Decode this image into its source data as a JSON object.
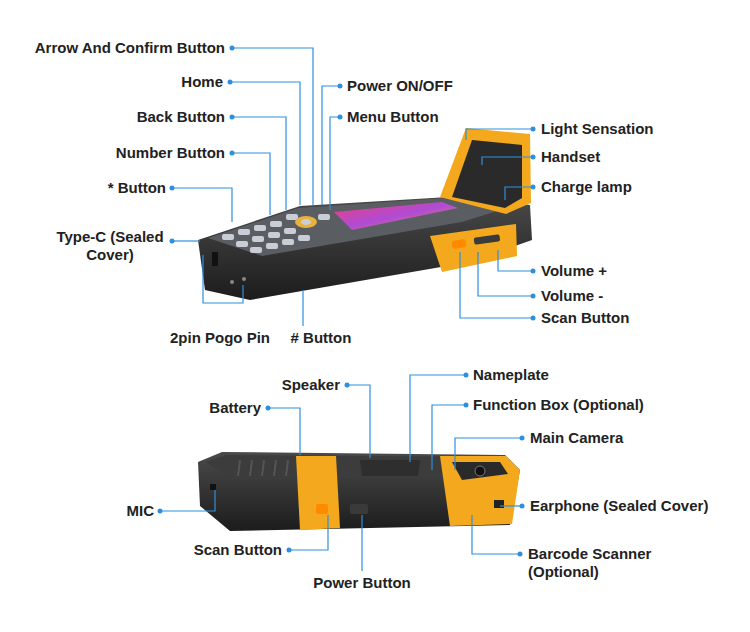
{
  "diagram": {
    "labels": [
      "Arrow And Confirm Button",
      "Home",
      "Back Button",
      "Number Button",
      "* Button",
      "Type-C (Sealed Cover)",
      "2pin Pogo Pin",
      "# Button",
      "Power ON/OFF",
      "Menu Button",
      "Light Sensation",
      "Handset",
      "Charge lamp",
      "Volume +",
      "Volume -",
      "Scan Button",
      "Speaker",
      "Battery",
      "MIC",
      "Scan Button",
      "Power Button",
      "Nameplate",
      "Function Box (Optional)",
      "Main Camera",
      "Earphone (Sealed Cover)",
      "Barcode Scanner (Optional)"
    ]
  }
}
